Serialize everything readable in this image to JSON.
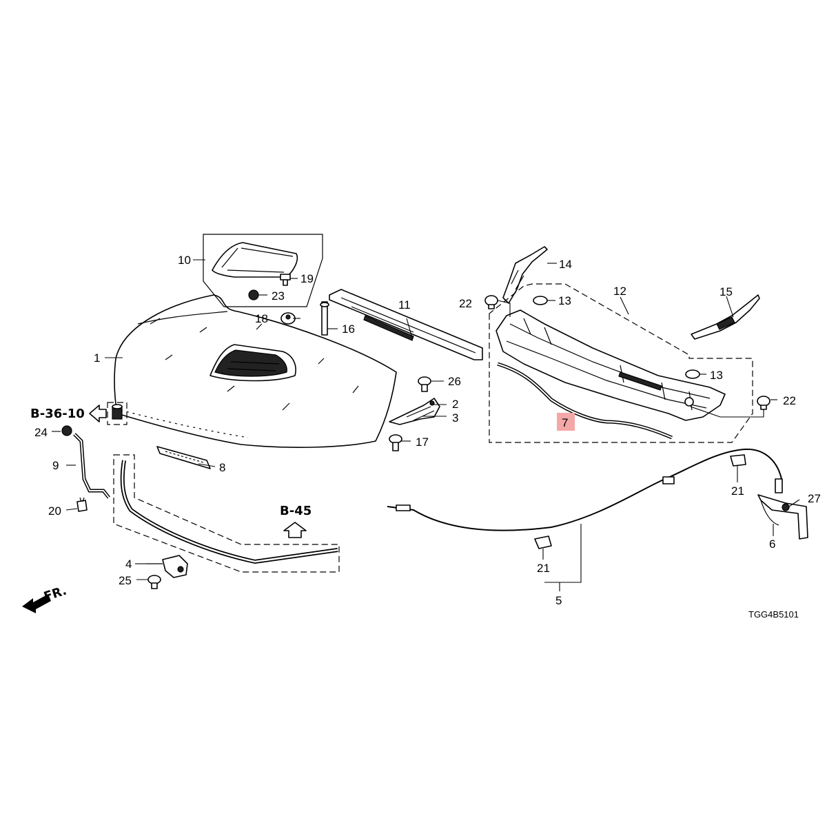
{
  "callouts": {
    "c1": "1",
    "c2": "2",
    "c3": "3",
    "c4": "4",
    "c5": "5",
    "c6": "6",
    "c7": "7",
    "c8": "8",
    "c9": "9",
    "c10": "10",
    "c11": "11",
    "c12": "12",
    "c13a": "13",
    "c13b": "13",
    "c14": "14",
    "c15": "15",
    "c16": "16",
    "c17": "17",
    "c18": "18",
    "c19": "19",
    "c20": "20",
    "c21a": "21",
    "c21b": "21",
    "c22a": "22",
    "c22b": "22",
    "c23": "23",
    "c24": "24",
    "c25": "25",
    "c26": "26",
    "c27": "27"
  },
  "highlighted_part": "7",
  "highlight_color": "#f4a7a7",
  "references": {
    "ref_b36": "B-36-10",
    "ref_b45": "B-45"
  },
  "front_indicator": "FR.",
  "diagram_code": "TGG4B5101"
}
